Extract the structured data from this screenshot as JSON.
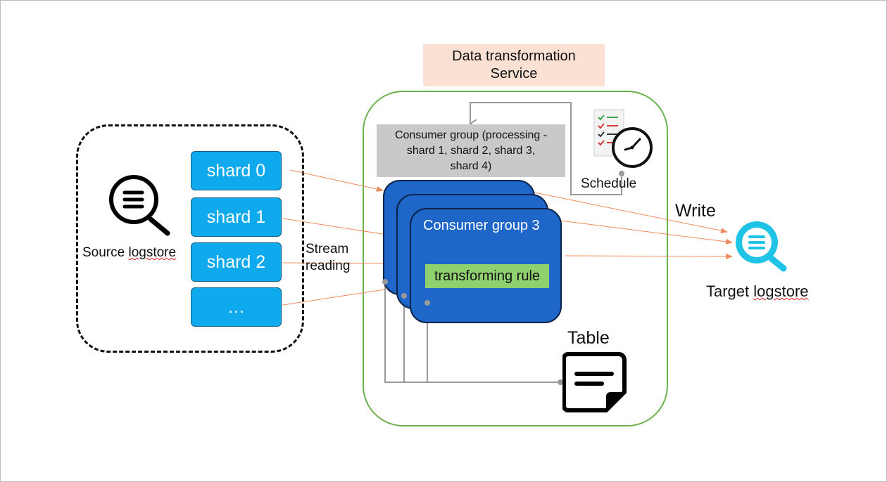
{
  "service": {
    "title_line1": "Data transformation",
    "title_line2": "Service"
  },
  "source": {
    "label_prefix": "Source ",
    "label_word": "logstore"
  },
  "shards": [
    "shard 0",
    "shard 1",
    "shard 2",
    "…"
  ],
  "stream": {
    "line1": "Stream",
    "line2": "reading"
  },
  "processing": {
    "line1": "Consumer group (processing -",
    "line2": "shard 1, shard 2, shard 3,",
    "line3": "shard 4)"
  },
  "consumer_group": {
    "label": "Consumer group 3",
    "rule": "transforming rule"
  },
  "schedule": {
    "label": "Schedule"
  },
  "table": {
    "label": "Table"
  },
  "target": {
    "write_label": "Write",
    "label_prefix": "Target ",
    "label_word": "logstore"
  },
  "colors": {
    "shard_fill": "#0fa9ed",
    "consumer_fill": "#1f66c9",
    "rule_fill": "#8fd16f",
    "service_border": "#6ab04c",
    "title_fill": "#fbe1d4",
    "arrow": "#f08a5d",
    "target_icon": "#1ec3e6"
  }
}
